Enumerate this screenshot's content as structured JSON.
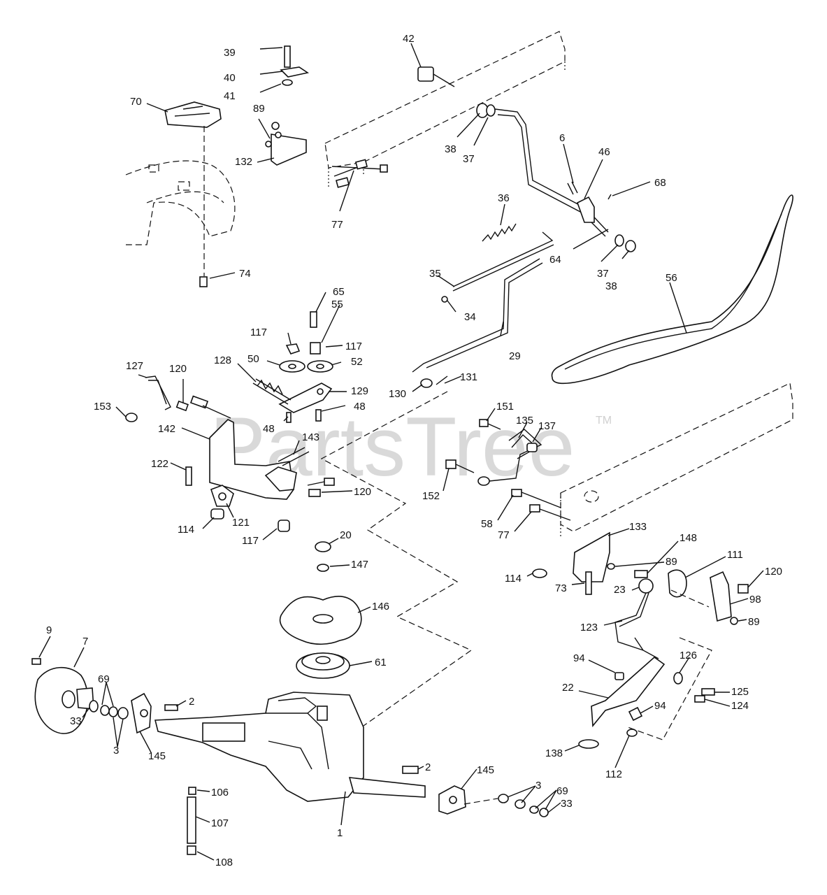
{
  "watermark": {
    "text": "PartsTree",
    "mark": "TM"
  },
  "callouts": [
    {
      "id": "39",
      "label": "39"
    },
    {
      "id": "40",
      "label": "40"
    },
    {
      "id": "41",
      "label": "41"
    },
    {
      "id": "42",
      "label": "42"
    },
    {
      "id": "70",
      "label": "70"
    },
    {
      "id": "89a",
      "label": "89"
    },
    {
      "id": "132",
      "label": "132"
    },
    {
      "id": "77a",
      "label": "77"
    },
    {
      "id": "38a",
      "label": "38"
    },
    {
      "id": "37a",
      "label": "37"
    },
    {
      "id": "6",
      "label": "6"
    },
    {
      "id": "46",
      "label": "46"
    },
    {
      "id": "68",
      "label": "68"
    },
    {
      "id": "36",
      "label": "36"
    },
    {
      "id": "64",
      "label": "64"
    },
    {
      "id": "37b",
      "label": "37"
    },
    {
      "id": "38b",
      "label": "38"
    },
    {
      "id": "56",
      "label": "56"
    },
    {
      "id": "74",
      "label": "74"
    },
    {
      "id": "35",
      "label": "35"
    },
    {
      "id": "34",
      "label": "34"
    },
    {
      "id": "65",
      "label": "65"
    },
    {
      "id": "55",
      "label": "55"
    },
    {
      "id": "117a",
      "label": "117"
    },
    {
      "id": "117b",
      "label": "117"
    },
    {
      "id": "50",
      "label": "50"
    },
    {
      "id": "52",
      "label": "52"
    },
    {
      "id": "29",
      "label": "29"
    },
    {
      "id": "128",
      "label": "128"
    },
    {
      "id": "129",
      "label": "129"
    },
    {
      "id": "127",
      "label": "127"
    },
    {
      "id": "120a",
      "label": "120"
    },
    {
      "id": "48a",
      "label": "48"
    },
    {
      "id": "48b",
      "label": "48"
    },
    {
      "id": "153",
      "label": "153"
    },
    {
      "id": "142",
      "label": "142"
    },
    {
      "id": "130",
      "label": "130"
    },
    {
      "id": "131",
      "label": "131"
    },
    {
      "id": "151",
      "label": "151"
    },
    {
      "id": "135",
      "label": "135"
    },
    {
      "id": "137",
      "label": "137"
    },
    {
      "id": "143",
      "label": "143"
    },
    {
      "id": "122",
      "label": "122"
    },
    {
      "id": "120b",
      "label": "120"
    },
    {
      "id": "152",
      "label": "152"
    },
    {
      "id": "114a",
      "label": "114"
    },
    {
      "id": "121",
      "label": "121"
    },
    {
      "id": "117c",
      "label": "117"
    },
    {
      "id": "58",
      "label": "58"
    },
    {
      "id": "77b",
      "label": "77"
    },
    {
      "id": "133",
      "label": "133"
    },
    {
      "id": "20",
      "label": "20"
    },
    {
      "id": "148",
      "label": "148"
    },
    {
      "id": "111",
      "label": "111"
    },
    {
      "id": "147",
      "label": "147"
    },
    {
      "id": "89b",
      "label": "89"
    },
    {
      "id": "114b",
      "label": "114"
    },
    {
      "id": "73",
      "label": "73"
    },
    {
      "id": "23",
      "label": "23"
    },
    {
      "id": "120c",
      "label": "120"
    },
    {
      "id": "98",
      "label": "98"
    },
    {
      "id": "146",
      "label": "146"
    },
    {
      "id": "89c",
      "label": "89"
    },
    {
      "id": "123",
      "label": "123"
    },
    {
      "id": "9",
      "label": "9"
    },
    {
      "id": "7",
      "label": "7"
    },
    {
      "id": "61",
      "label": "61"
    },
    {
      "id": "94a",
      "label": "94"
    },
    {
      "id": "126",
      "label": "126"
    },
    {
      "id": "69a",
      "label": "69"
    },
    {
      "id": "2a",
      "label": "2"
    },
    {
      "id": "22",
      "label": "22"
    },
    {
      "id": "125",
      "label": "125"
    },
    {
      "id": "124",
      "label": "124"
    },
    {
      "id": "94b",
      "label": "94"
    },
    {
      "id": "33a",
      "label": "33"
    },
    {
      "id": "3a",
      "label": "3"
    },
    {
      "id": "145a",
      "label": "145"
    },
    {
      "id": "138",
      "label": "138"
    },
    {
      "id": "112",
      "label": "112"
    },
    {
      "id": "2b",
      "label": "2"
    },
    {
      "id": "145b",
      "label": "145"
    },
    {
      "id": "106",
      "label": "106"
    },
    {
      "id": "3b",
      "label": "3"
    },
    {
      "id": "69b",
      "label": "69"
    },
    {
      "id": "33b",
      "label": "33"
    },
    {
      "id": "107",
      "label": "107"
    },
    {
      "id": "1",
      "label": "1"
    },
    {
      "id": "108",
      "label": "108"
    }
  ]
}
